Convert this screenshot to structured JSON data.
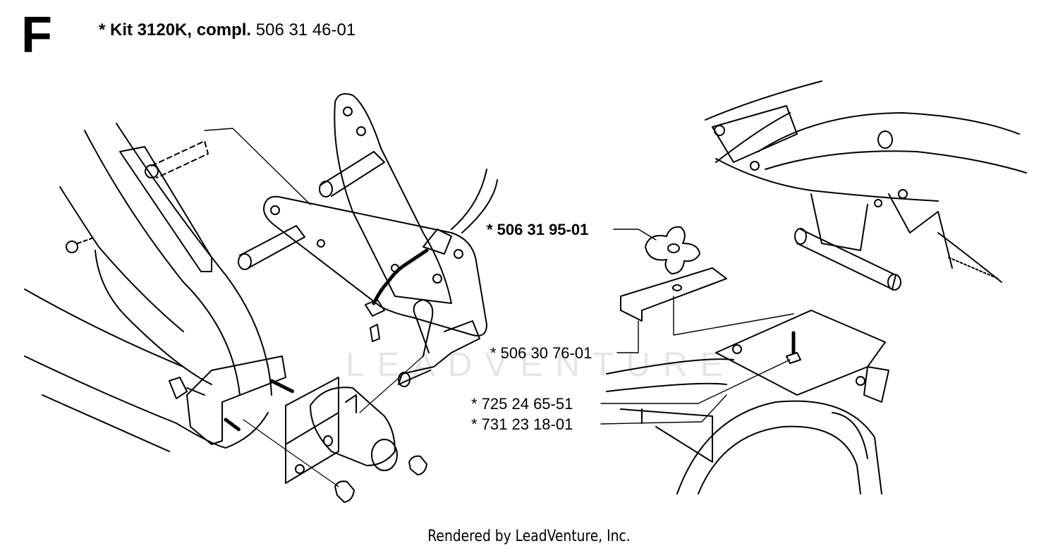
{
  "header": {
    "section_letter": "F",
    "kit_prefix": "* Kit 3120K, compl.",
    "kit_number": "506 31 46-01"
  },
  "parts": [
    {
      "label": "* 506 31 95-01",
      "bold": true
    },
    {
      "label": "* 506 30 76-01",
      "bold": false
    },
    {
      "label": "* 725 24 65-51",
      "bold": false
    },
    {
      "label": "* 731 23 18-01",
      "bold": false
    }
  ],
  "watermark": "LEADVENTURE",
  "footer": "Rendered by LeadVenture, Inc."
}
